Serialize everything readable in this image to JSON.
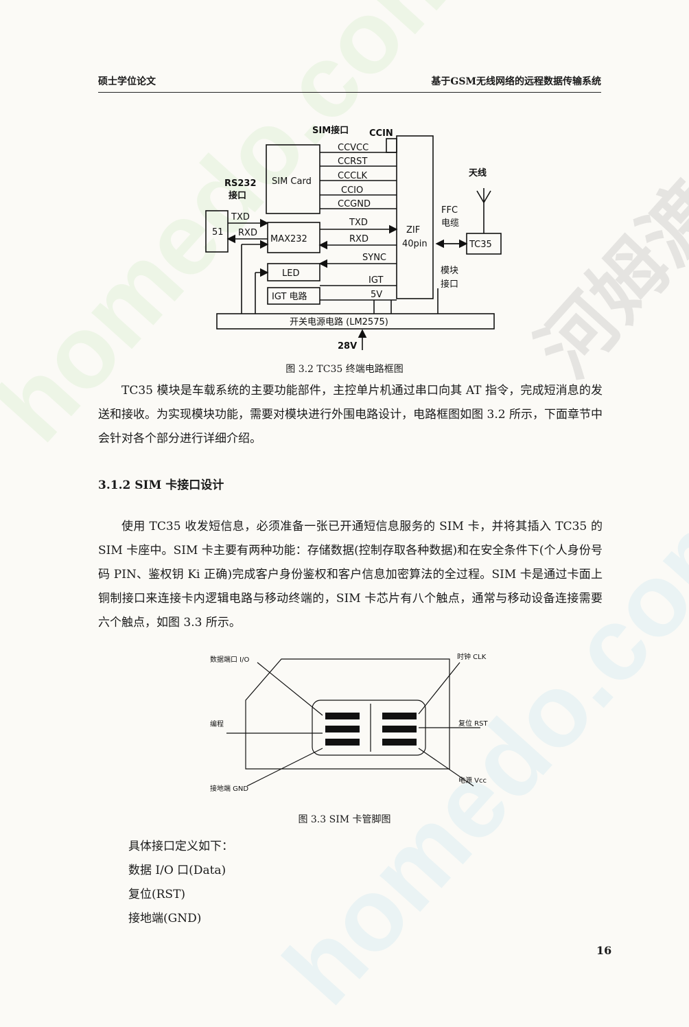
{
  "watermark": {
    "brand": "homedo.com",
    "cn": "河姆渡"
  },
  "header": {
    "left": "硕士学位论文",
    "right": "基于GSM无线网络的远程数据传输系统"
  },
  "fig32": {
    "sim_interface": "SIM接口",
    "ccin": "CCIN",
    "sim_card": "SIM Card",
    "sim_pins": [
      "CCVCC",
      "CCRST",
      "CCCLK",
      "CCIO",
      "CCGND"
    ],
    "rs232_label_1": "RS232",
    "rs232_label_2": "接口",
    "box51": "51",
    "txd_left": "TXD",
    "rxd_left": "RXD",
    "max232": "MAX232",
    "txd_right": "TXD",
    "rxd_right": "RXD",
    "sync": "SYNC",
    "led": "LED",
    "igt_label": "IGT",
    "igt_label_2": "电路",
    "igt": "IGT",
    "igt_circuit": "IGT 电路",
    "five_v": "5V",
    "zif_1": "ZIF",
    "zif_2": "40pin",
    "ffc_1": "FFC",
    "ffc_2": "电缆",
    "module_if_1": "模块",
    "module_if_2": "接口",
    "antenna": "天线",
    "tc35": "TC35",
    "power": "开关电源电路 (LM2575)",
    "v28": "28V",
    "caption": "图 3.2 TC35 终端电路框图"
  },
  "para1": "TC35 模块是车载系统的主要功能部件，主控单片机通过串口向其 AT 指令，完成短消息的发送和接收。为实现模块功能，需要对模块进行外围电路设计，电路框图如图 3.2 所示，下面章节中会针对各个部分进行详细介绍。",
  "section_title": "3.1.2 SIM 卡接口设计",
  "para2": "使用 TC35 收发短信息，必须准备一张已开通短信息服务的 SIM 卡，并将其插入 TC35 的 SIM 卡座中。SIM 卡主要有两种功能：存储数据(控制存取各种数据)和在安全条件下(个人身份号码 PIN、鉴权钥 Ki 正确)完成客户身份鉴权和客户信息加密算法的全过程。SIM 卡是通过卡面上铜制接口来连接卡内逻辑电路与移动终端的，SIM 卡芯片有八个触点，通常与移动设备连接需要六个触点，如图 3.3 所示。",
  "fig33": {
    "data_io": "数据端口 I/O",
    "clock": "时钟 CLK",
    "program": "编程",
    "reset": "复位 RST",
    "gnd": "接地端 GND",
    "vcc": "电源 Vcc",
    "caption": "图 3.3 SIM 卡管脚图"
  },
  "defs_intro": "具体接口定义如下：",
  "defs": [
    "数据 I/O 口(Data)",
    "复位(RST)",
    "接地端(GND)"
  ],
  "page_number": "16"
}
